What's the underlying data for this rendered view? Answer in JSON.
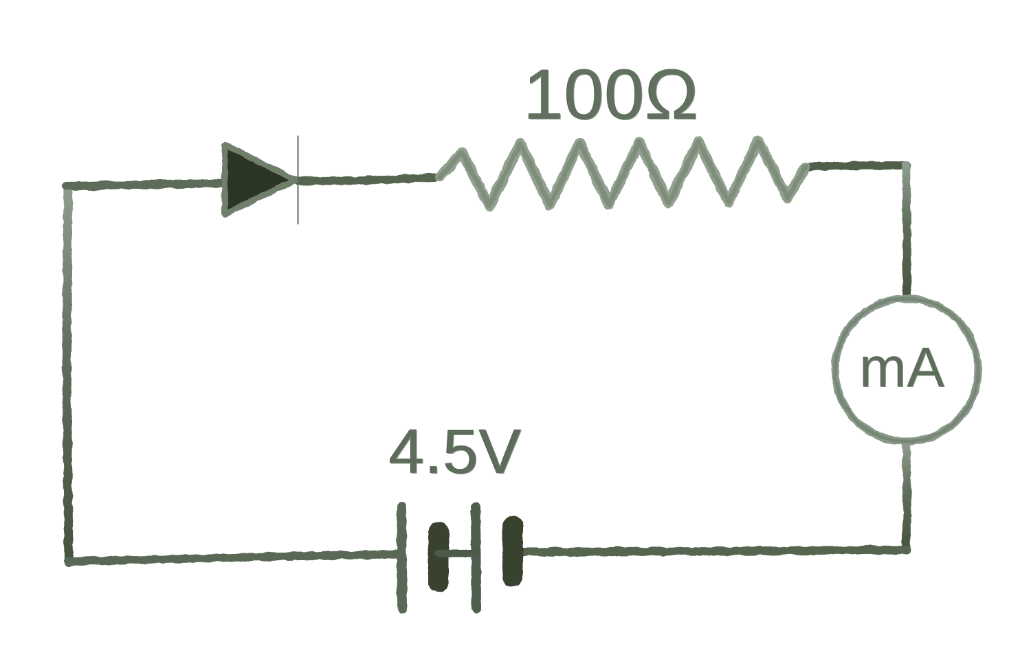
{
  "diagram": {
    "title": "series circuit with diode, resistor, milliammeter and battery",
    "background_color": "#ffffff",
    "ink_color": "#5c6b5a",
    "ink_color_light": "#8b9a8b",
    "ink_color_dark": "#44513f"
  },
  "labels": {
    "resistor": "100Ω",
    "battery": "4.5V",
    "ammeter": "mA"
  },
  "components": {
    "diode": {
      "name": "diode",
      "symbol": "triangle-with-bar"
    },
    "resistor": {
      "name": "resistor",
      "symbol": "zigzag",
      "value": "100Ω",
      "peaks": 6
    },
    "ammeter": {
      "name": "milliammeter",
      "symbol": "circle",
      "value": "mA"
    },
    "battery": {
      "name": "battery",
      "symbol": "two-cell-plates",
      "value": "4.5V",
      "cells": 2
    }
  },
  "wires": {
    "top_left": "from top-left corner to diode anode",
    "diode_to_resistor": "from diode cathode to resistor left lead",
    "resistor_to_corner": "from resistor right lead to top-right corner",
    "right_to_ammeter": "from top-right corner down to ammeter top terminal",
    "ammeter_to_corner": "from ammeter bottom terminal to bottom-right corner",
    "bottom": "from bottom-right corner to battery right plate",
    "battery_to_left": "from battery left plate to bottom-left corner",
    "left_side": "from bottom-left corner up to top-left corner"
  }
}
